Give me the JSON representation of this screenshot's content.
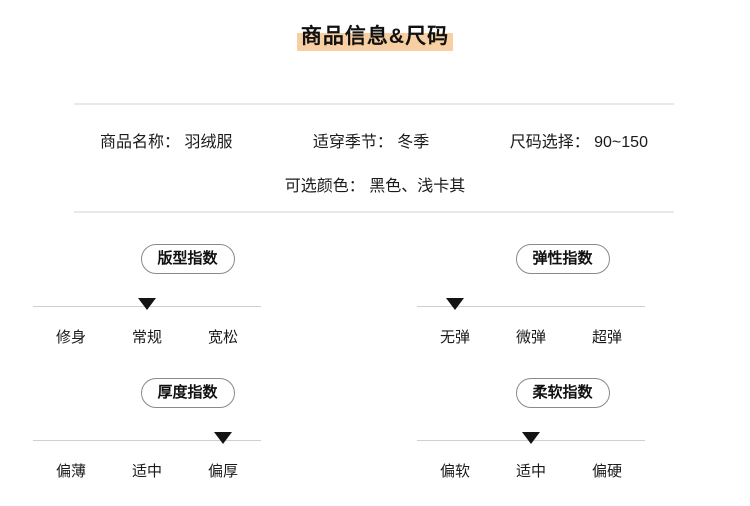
{
  "header": {
    "title": "商品信息&尺码",
    "highlight_color": "#f7cfa2"
  },
  "product_info": {
    "fields": [
      {
        "label": "商品名称：",
        "value": "羽绒服",
        "text": "商品名称： 羽绒服"
      },
      {
        "label": "适穿季节：",
        "value": "冬季",
        "text": "适穿季节： 冬季"
      },
      {
        "label": "尺码选择：",
        "value": "90~150",
        "text": "尺码选择： 90~150"
      }
    ],
    "color_row": {
      "label": "可选颜色：",
      "value": "黑色、浅卡其",
      "text": "可选颜色： 黑色、浅卡其"
    }
  },
  "indices": [
    {
      "name": "版型指数",
      "labels": [
        "修身",
        "常规",
        "宽松"
      ],
      "selected_index": 1,
      "selected_label": "常规"
    },
    {
      "name": "弹性指数",
      "labels": [
        "无弹",
        "微弹",
        "超弹"
      ],
      "selected_index": 0,
      "selected_label": "无弹"
    },
    {
      "name": "厚度指数",
      "labels": [
        "偏薄",
        "适中",
        "偏厚"
      ],
      "selected_index": 2,
      "selected_label": "偏厚"
    },
    {
      "name": "柔软指数",
      "labels": [
        "偏软",
        "适中",
        "偏硬"
      ],
      "selected_index": 1,
      "selected_label": "适中"
    }
  ]
}
